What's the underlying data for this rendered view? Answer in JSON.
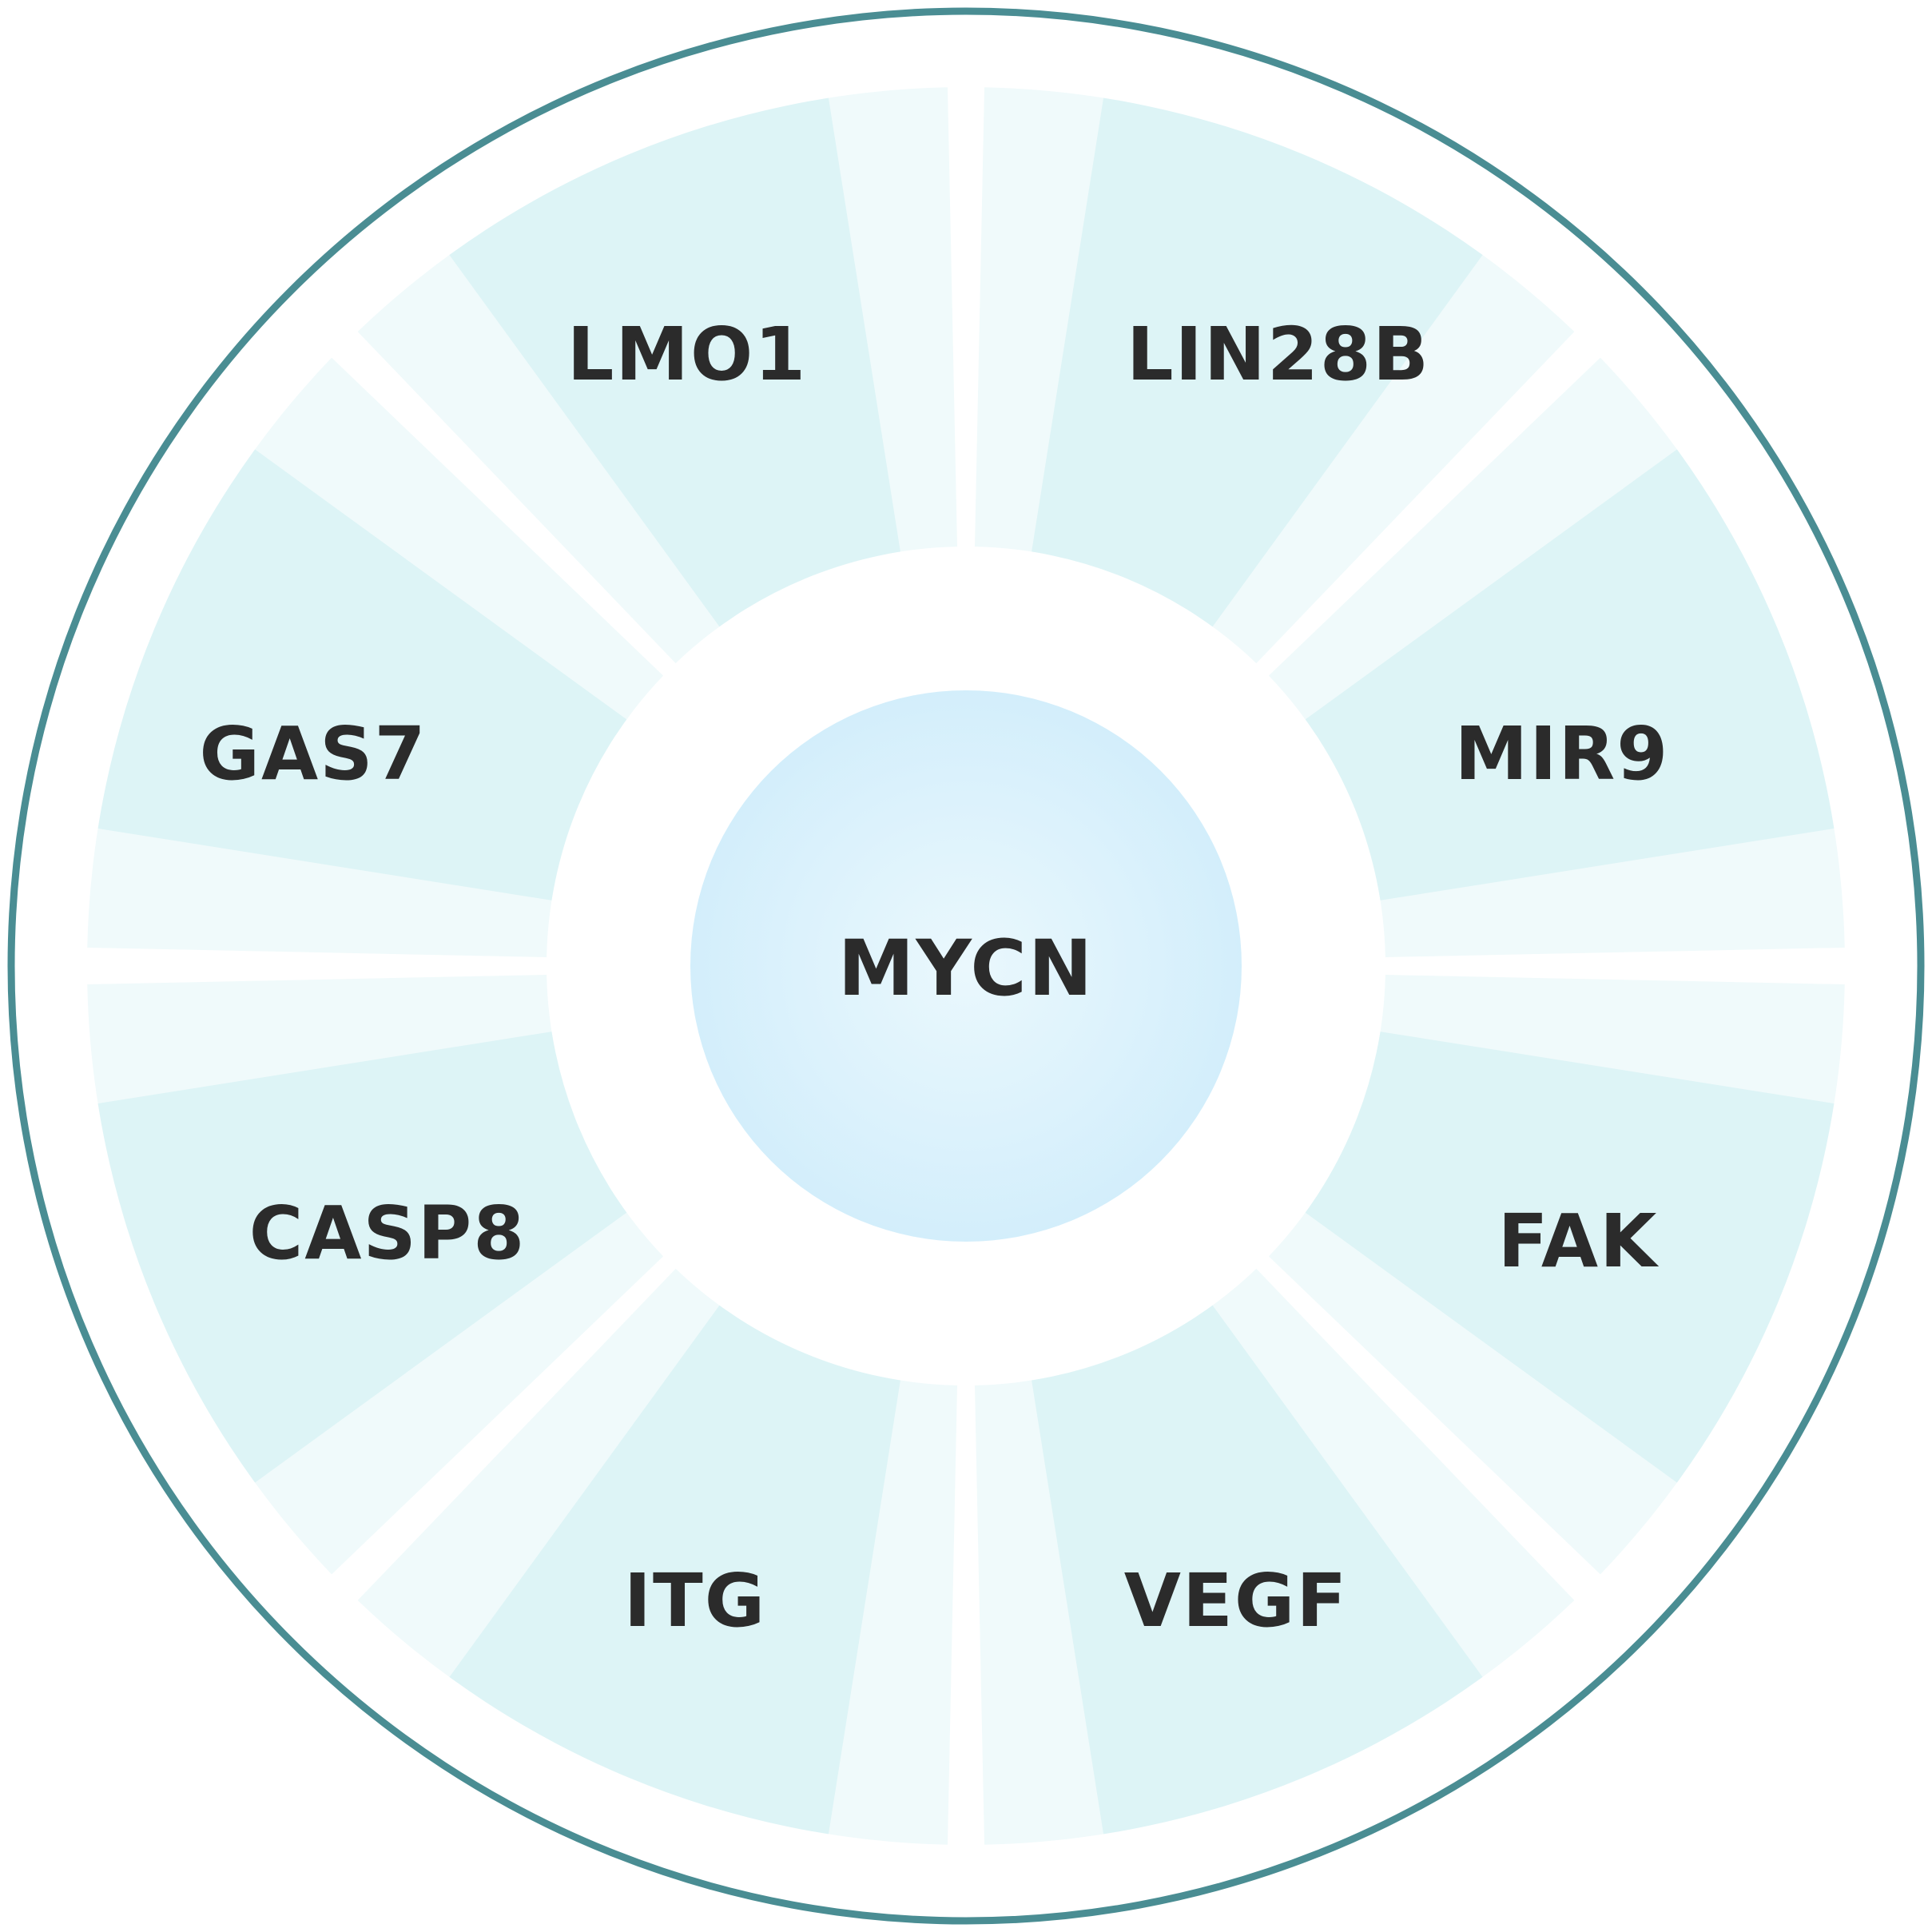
{
  "diagram": {
    "center": {
      "label": "MYCN"
    },
    "segments": [
      {
        "label": "LMO1"
      },
      {
        "label": "LIN28B"
      },
      {
        "label": "MIR9"
      },
      {
        "label": "FAK"
      },
      {
        "label": "VEGF"
      },
      {
        "label": "ITG"
      },
      {
        "label": "CASP8"
      },
      {
        "label": "GAS7"
      }
    ],
    "colors": {
      "ring_border": "#4a8d93",
      "segment_fill": "#ddf4f6",
      "center_fill_inner": "#eaf8fd",
      "center_fill_outer": "#d3eefb",
      "text": "#2b2b2b"
    }
  }
}
